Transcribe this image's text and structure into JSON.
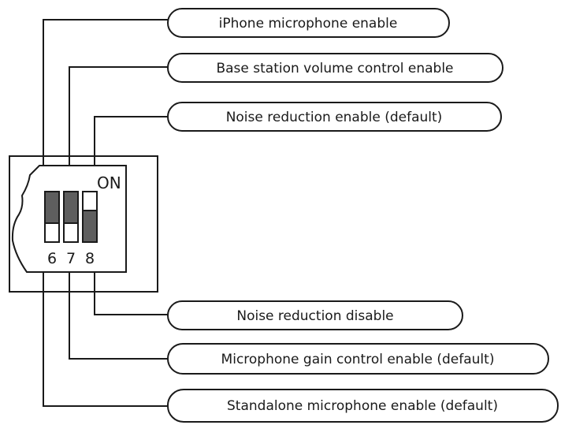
{
  "switch_block": {
    "on_label": "ON",
    "switches": [
      {
        "number": "6",
        "position": "up"
      },
      {
        "number": "7",
        "position": "up"
      },
      {
        "number": "8",
        "position": "down"
      }
    ]
  },
  "labels_top": [
    {
      "text": "iPhone microphone enable",
      "switch": "6"
    },
    {
      "text": "Base station volume control enable",
      "switch": "7"
    },
    {
      "text": "Noise reduction enable (default)",
      "switch": "8"
    }
  ],
  "labels_bottom": [
    {
      "text": "Noise reduction disable",
      "switch": "8"
    },
    {
      "text": "Microphone gain control enable (default)",
      "switch": "7"
    },
    {
      "text": "Standalone microphone enable (default)",
      "switch": "6"
    }
  ],
  "colors": {
    "line": "#1a1a1a",
    "switch_fill": "#5e5e5e",
    "background": "#ffffff"
  }
}
